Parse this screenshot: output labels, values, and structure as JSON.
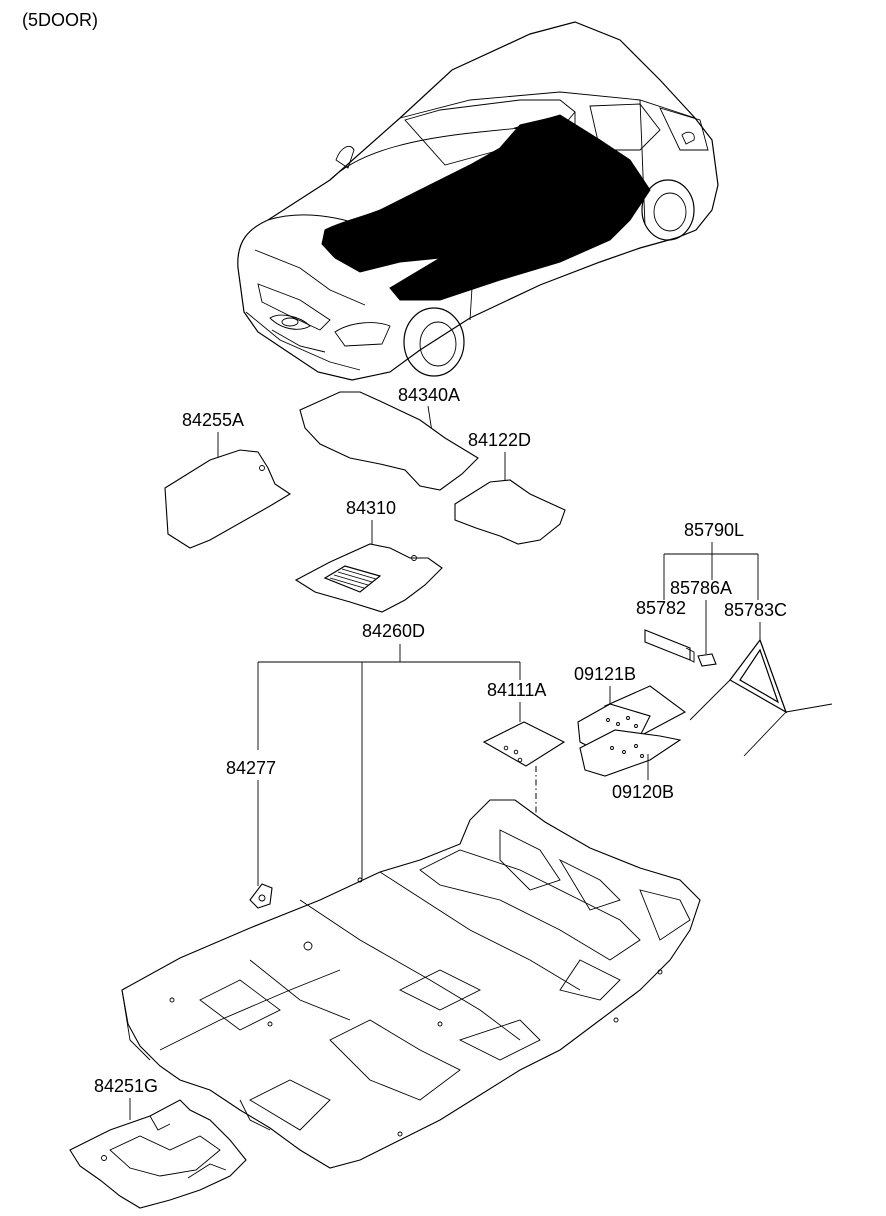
{
  "header": {
    "variant": "(5DOOR)"
  },
  "labels": {
    "p84255A": "84255A",
    "p84340A": "84340A",
    "p84122D": "84122D",
    "p84310": "84310",
    "p85790L": "85790L",
    "p85786A": "85786A",
    "p85782": "85782",
    "p85783C": "85783C",
    "p84260D": "84260D",
    "p09121B": "09121B",
    "p84111A": "84111A",
    "p84277": "84277",
    "p09120B": "09120B",
    "p84251G": "84251G"
  }
}
